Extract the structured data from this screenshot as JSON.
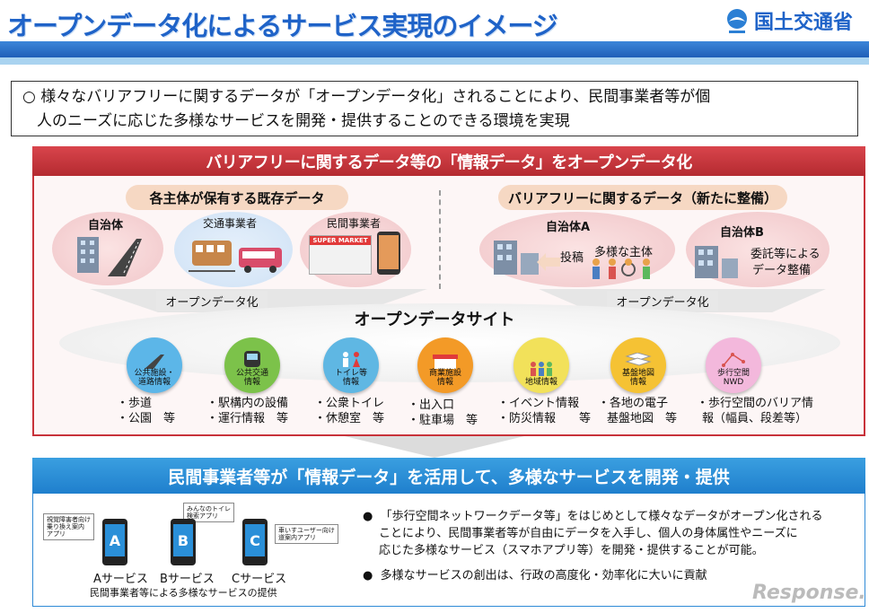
{
  "header": {
    "title": "オープンデータ化によるサービス実現のイメージ",
    "ministry": "国土交通省"
  },
  "summary": {
    "line1": "○ 様々なバリアフリーに関するデータが「オープンデータ化」されることにより、民間事業者等が個",
    "line2": "人のニーズに応じた多様なサービスを開発・提供することのできる環境を実現"
  },
  "top_panel": {
    "title": "バリアフリーに関するデータ等の「情報データ」をオープンデータ化",
    "left_pill": "各主体が保有する既存データ",
    "right_pill": "バリアフリーに関するデータ（新たに整備）",
    "holders": [
      {
        "label": "自治体"
      },
      {
        "label": "交通事業者"
      },
      {
        "label": "民間事業者",
        "sign": "SUPER MARKET"
      }
    ],
    "new_holders": [
      {
        "label": "自治体A",
        "note1": "投稿",
        "note2": "多様な主体"
      },
      {
        "label": "自治体B",
        "note1": "委託等による",
        "note2": "データ整備"
      }
    ],
    "opendata_left": "オープンデータ化",
    "opendata_right": "オープンデータ化",
    "site_title": "オープンデータサイト",
    "categories": [
      {
        "name1": "公共施設・",
        "name2": "道路情報",
        "b1": "・歩道",
        "b2": "・公園　等",
        "color": "#5cb6e8"
      },
      {
        "name1": "公共交通",
        "name2": "情報",
        "b1": "・駅構内の設備",
        "b2": "・運行情報　等",
        "color": "#7cc24a"
      },
      {
        "name1": "トイレ等",
        "name2": "情報",
        "b1": "・公衆トイレ",
        "b2": "・休憩室　等",
        "color": "#5fb7e3"
      },
      {
        "name1": "商業施設",
        "name2": "情報",
        "b1": "・出入口",
        "b2": "・駐車場　等",
        "color": "#f39a27"
      },
      {
        "name1": "地域情報",
        "name2": "",
        "b1": "・イベント情報",
        "b2": "・防災情報　　等",
        "color": "#f2e15a"
      },
      {
        "name1": "基盤地図",
        "name2": "情報",
        "b1": "・各地の電子",
        "b2": "基盤地図　等",
        "color": "#f5c234"
      },
      {
        "name1": "歩行空間",
        "name2": "NWD",
        "b1": "・歩行空間のバリア情",
        "b2": "報（幅員、段差等）",
        "color": "#f3b8dc"
      }
    ]
  },
  "bottom_panel": {
    "title": "民間事業者等が「情報データ」を活用して、多様なサービスを開発・提供",
    "apps": [
      {
        "letter": "A",
        "callout1": "視覚障害者向け",
        "callout2": "乗り換え案内",
        "callout3": "アプリ",
        "label": "Aサービス"
      },
      {
        "letter": "B",
        "callout1": "みんなのトイレ",
        "callout2": "検索アプリ",
        "callout3": "",
        "label": "Bサービス"
      },
      {
        "letter": "C",
        "callout1": "車いすユーザー向け",
        "callout2": "道案内アプリ",
        "callout3": "",
        "label": "Cサービス"
      }
    ],
    "apps_caption": "民間事業者等による多様なサービスの提供",
    "point1_l1": "「歩行空間ネットワークデータ等」をはじめとして様々なデータがオープン化される",
    "point1_l2": "ことにより、民間事業者等が自由にデータを入手し、個人の身体属性やニーズに",
    "point1_l3": "応じた多様なサービス（スマホアプリ等）を開発・提供することが可能。",
    "point2": "多様なサービスの創出は、行政の高度化・効率化に大いに貢献"
  },
  "watermark": "Response."
}
